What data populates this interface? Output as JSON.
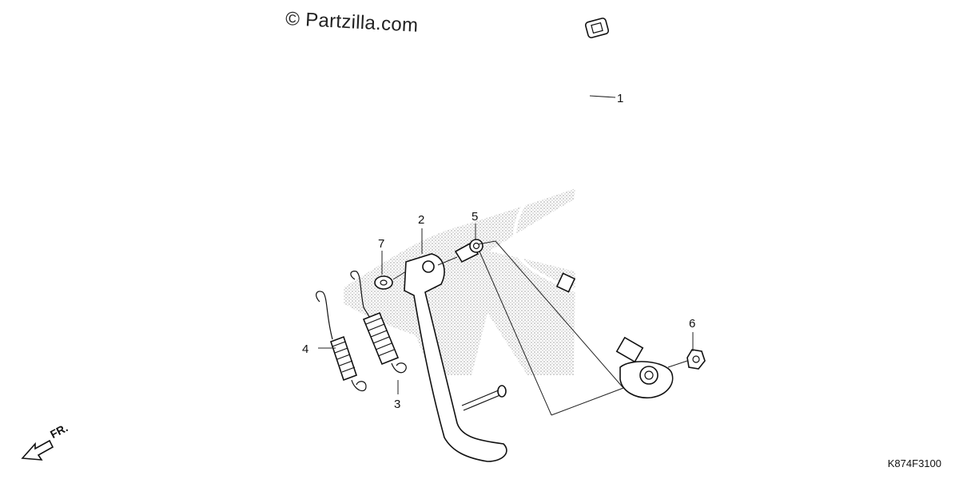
{
  "watermark": "© Partzilla.com",
  "diagram_code": "K874F3100",
  "front_indicator": "FR.",
  "callouts": {
    "c1": "1",
    "c2": "2",
    "c3": "3",
    "c4": "4",
    "c5": "5",
    "c6": "6",
    "c7": "7"
  },
  "colors": {
    "line": "#111111",
    "halftone": "#b8b8b8"
  },
  "icons": {
    "front": "arrow-down-left-icon"
  }
}
